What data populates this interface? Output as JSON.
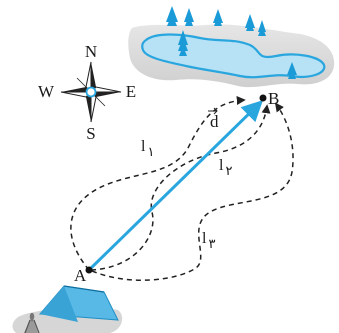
{
  "compass": {
    "north": "N",
    "east": "E",
    "south": "S",
    "west": "W"
  },
  "points": {
    "start": "A",
    "end": "B"
  },
  "vector": {
    "label": "d"
  },
  "paths": [
    {
      "letter": "l",
      "subscript": "۱"
    },
    {
      "letter": "l",
      "subscript": "۲"
    },
    {
      "letter": "l",
      "subscript": "۳"
    }
  ],
  "colors": {
    "vector": "#2aa6df",
    "lake_fill": "#b7e1f5",
    "lake_outline": "#2aa6df",
    "ground": "#d9d9d9",
    "tree": "#1a9ad6",
    "tent": "#58b9e6",
    "dashed_path": "#222222"
  },
  "icons": [
    "compass-rose-icon",
    "tree-icon",
    "tent-icon",
    "campfire-icon"
  ]
}
